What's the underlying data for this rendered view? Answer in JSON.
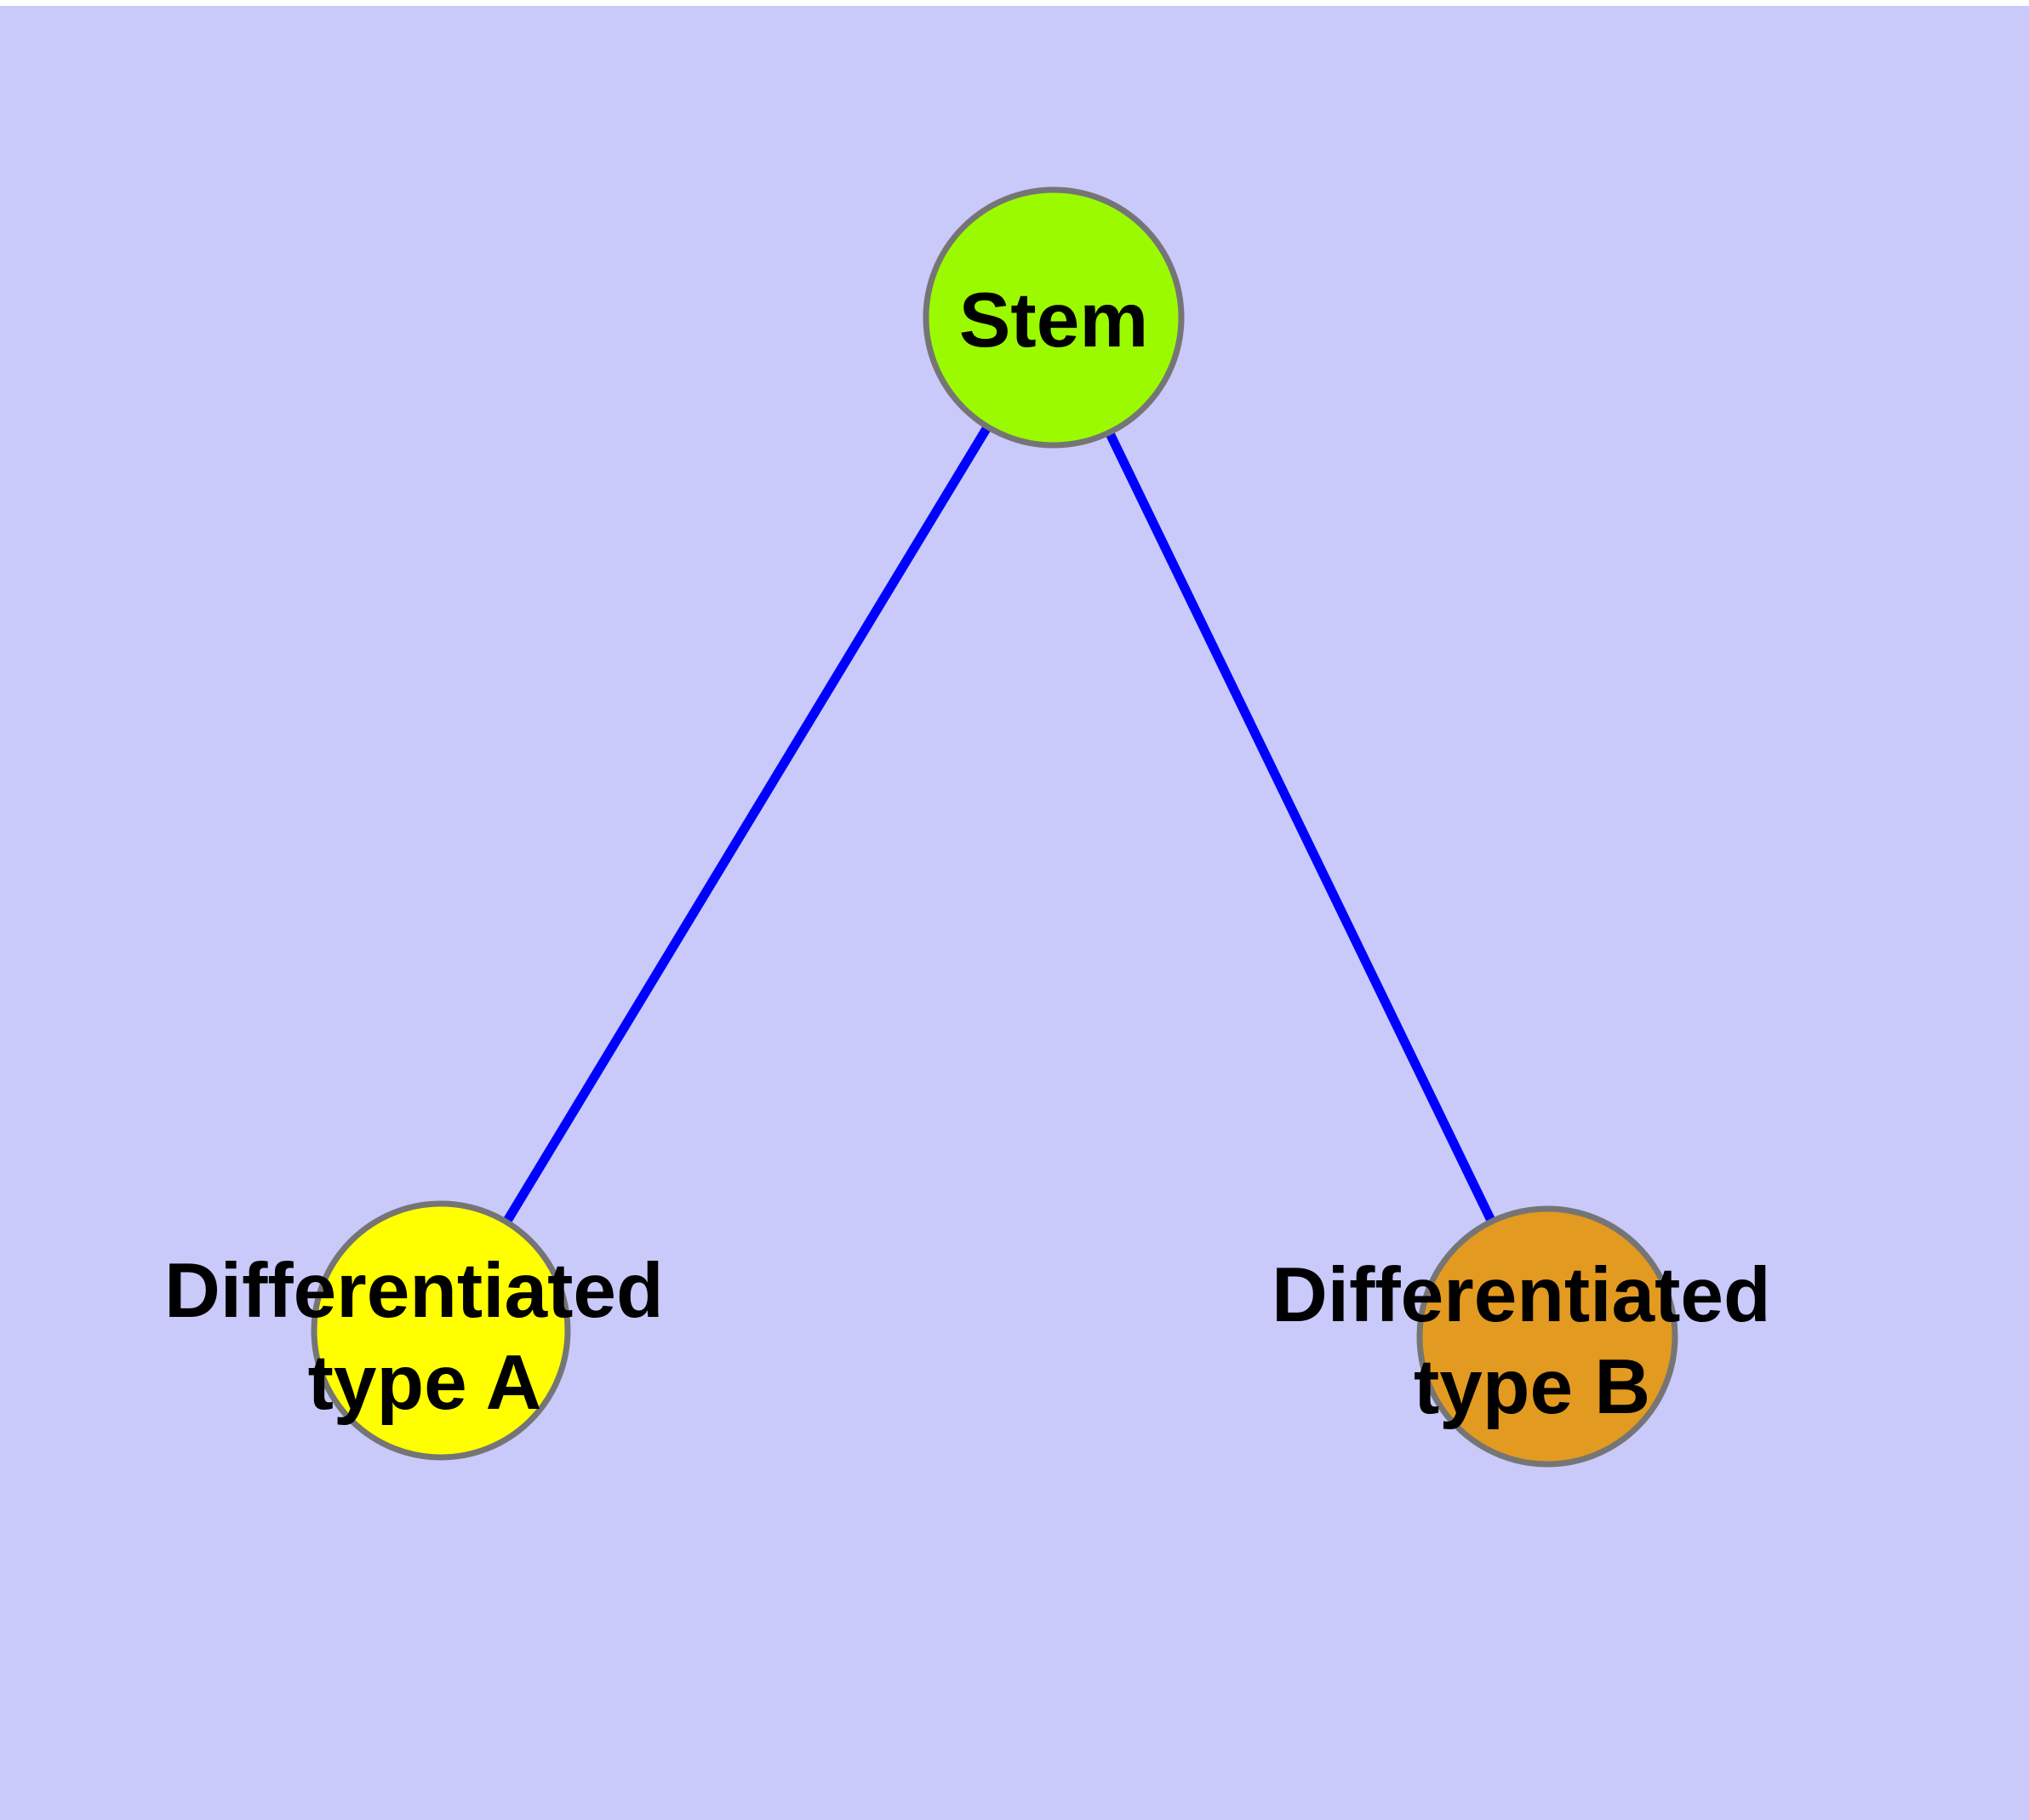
{
  "page": {
    "background_color": "#C9C9FA",
    "top_edge_color": "#FFFFFF"
  },
  "diagram": {
    "type": "node-link-graph",
    "description": "Stem cell differentiation tree with one parent node and two child nodes",
    "text_color": "#000000",
    "edge_color": "#0000FF",
    "node_border_color": "#757575",
    "nodes": [
      {
        "id": "stem",
        "label": "Stem",
        "fill_color": "#9BFA00"
      },
      {
        "id": "differentiated-type-a",
        "label": "Differentiated type A",
        "label_lines": [
          "Differentiated",
          "type A"
        ],
        "fill_color": "#FFFF00"
      },
      {
        "id": "differentiated-type-b",
        "label": "Differentiated type B",
        "label_lines": [
          "Differentiated",
          "type B"
        ],
        "fill_color": "#E39A20"
      }
    ],
    "edges": [
      {
        "from": "stem",
        "to": "differentiated-type-a"
      },
      {
        "from": "stem",
        "to": "differentiated-type-b"
      }
    ]
  }
}
